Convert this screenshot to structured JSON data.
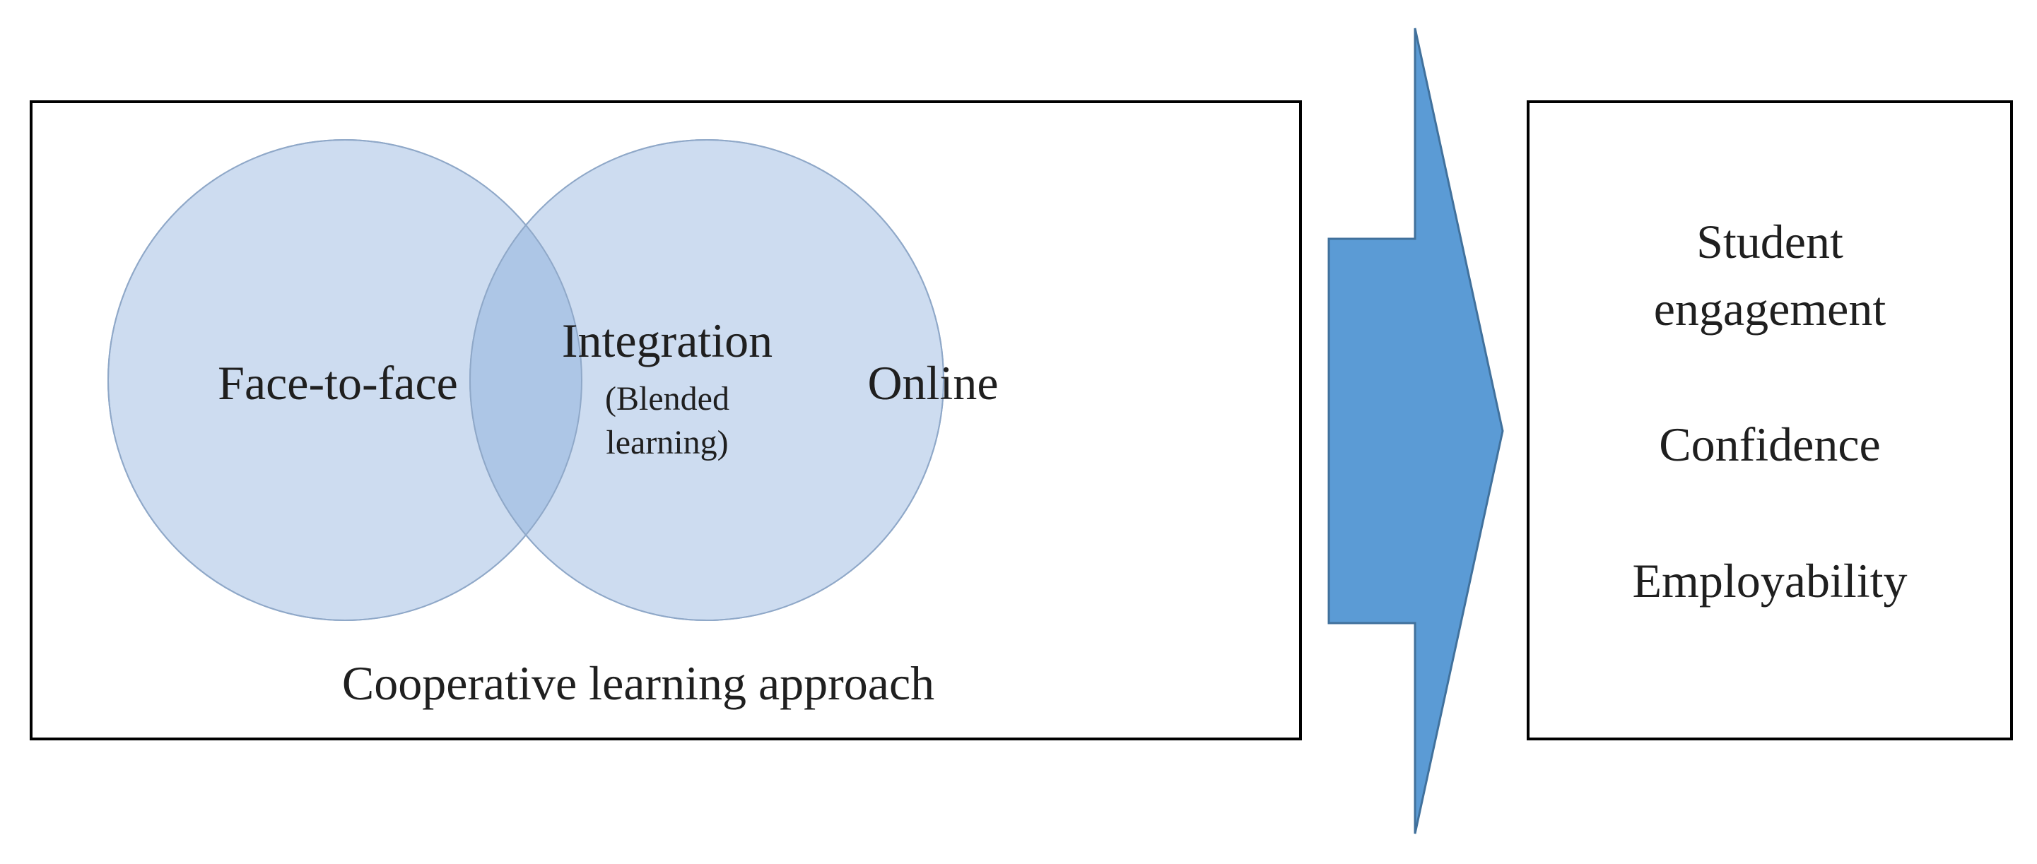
{
  "left_panel": {
    "caption": "Cooperative learning approach",
    "circle_left_label": "Face-to-face",
    "circle_right_label": "Online",
    "overlap_title": "Integration",
    "overlap_sub_line1": "(Blended",
    "overlap_sub_line2": "learning)"
  },
  "right_panel": {
    "outcomes": [
      {
        "line1": "Student",
        "line2": "engagement"
      },
      {
        "line1": "Confidence"
      },
      {
        "line1": "Employability"
      }
    ]
  },
  "colors": {
    "circle_fill": "#cddcf0",
    "overlap_fill": "#adc6e6",
    "circle_stroke": "#8fa8c8",
    "arrow_fill": "#5b9bd5",
    "arrow_stroke": "#41719c",
    "box_stroke": "#000000"
  }
}
